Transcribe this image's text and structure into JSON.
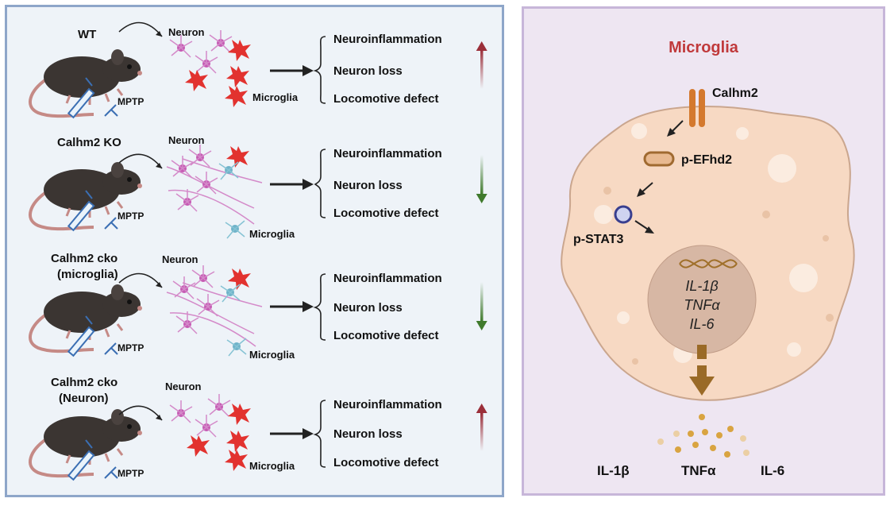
{
  "left_panel": {
    "rows": [
      {
        "condition": "WT",
        "neuron_label": "Neuron",
        "microglia_label": "Microglia",
        "injection_label": "MPTP",
        "outcomes": [
          "Neuroinflammation",
          "Neuron loss",
          "Locomotive defect"
        ],
        "trend": "up"
      },
      {
        "condition": "Calhm2 KO",
        "neuron_label": "Neuron",
        "microglia_label": "Microglia",
        "injection_label": "MPTP",
        "outcomes": [
          "Neuroinflammation",
          "Neuron loss",
          "Locomotive defect"
        ],
        "trend": "down"
      },
      {
        "condition_line1": "Calhm2 cko",
        "condition_line2": "(microglia)",
        "neuron_label": "Neuron",
        "microglia_label": "Microglia",
        "injection_label": "MPTP",
        "outcomes": [
          "Neuroinflammation",
          "Neuron loss",
          "Locomotive defect"
        ],
        "trend": "down"
      },
      {
        "condition_line1": "Calhm2 cko",
        "condition_line2": "(Neuron)",
        "neuron_label": "Neuron",
        "microglia_label": "Microglia",
        "injection_label": "MPTP",
        "outcomes": [
          "Neuroinflammation",
          "Neuron loss",
          "Locomotive defect"
        ],
        "trend": "up"
      }
    ]
  },
  "right_panel": {
    "title": "Microglia",
    "channel": "Calhm2",
    "mediator": "p-EFhd2",
    "transcription_factor": "p-STAT3",
    "genes": [
      "IL-1β",
      "TNFα",
      "IL-6"
    ],
    "secreted": [
      "IL-1β",
      "TNFα",
      "IL-6"
    ]
  },
  "colors": {
    "up_arrow": "#9b2f3a",
    "down_arrow": "#3f7a2c",
    "title": "#c0393b",
    "cell": "#f7d9c3",
    "nucleus": "#d7b7a4",
    "channel": "#d4792e",
    "cytokine": "#d9a441"
  }
}
